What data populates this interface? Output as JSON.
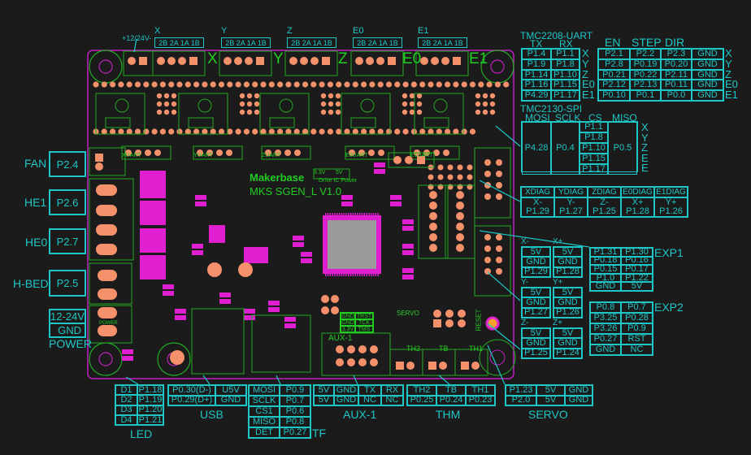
{
  "colors": {
    "accent": "#1fc6c6",
    "silk": "#22cc22",
    "board_outline": "#c020c0",
    "pad": "#f4906a",
    "chip": "#e020d0"
  },
  "board": {
    "brand": "Makerbase",
    "model": "MKS SGEN_L V1.0",
    "drive_ic_power": "Drive IC Power",
    "v33": "3.3V",
    "v5": "5V",
    "reset": "RESET",
    "servo_silk": "SERVO",
    "aux_silk": "AUX-1",
    "th2": "TH2",
    "tb": "TB",
    "th1": "TH1",
    "power_silk": "POWER",
    "uarts": [
      "XUART",
      "YUART",
      "ZUART",
      "E0UART",
      "E1UART"
    ]
  },
  "motors": {
    "pins_label": "2B 2A 1A 1B",
    "axes": [
      "X",
      "Y",
      "Z",
      "E0",
      "E1"
    ],
    "power_label": "+12/24V-"
  },
  "left": {
    "fan": {
      "label": "FAN",
      "pin": "P2.4"
    },
    "he1": {
      "label": "HE1",
      "pin": "P2.6"
    },
    "he0": {
      "label": "HE0",
      "pin": "P2.7"
    },
    "hbed": {
      "label": "H-BED",
      "pin": "P2.5"
    },
    "power": {
      "v": "12-24V",
      "gnd": "GND",
      "label": "POWER"
    }
  },
  "uart": {
    "title": "TMC2208-UART",
    "headers": [
      "TX",
      "RX"
    ],
    "rows": [
      [
        "P1.4",
        "P1.1"
      ],
      [
        "P1.9",
        "P1.8"
      ],
      [
        "P1.14",
        "P1.10"
      ],
      [
        "P1.16",
        "P1.15"
      ],
      [
        "P4.29",
        "P1.17"
      ]
    ],
    "axes": [
      "X",
      "Y",
      "Z",
      "E0",
      "E1"
    ]
  },
  "stepdir": {
    "headers": [
      "EN",
      "STEP",
      "DIR"
    ],
    "rows": [
      [
        "P2.1",
        "P2.2",
        "P2.3",
        "GND"
      ],
      [
        "P2.8",
        "P0.19",
        "P0.20",
        "GND"
      ],
      [
        "P0.21",
        "P0.22",
        "P2.11",
        "GND"
      ],
      [
        "P2.12",
        "P2.13",
        "P0.11",
        "GND"
      ],
      [
        "P0.10",
        "P0.1",
        "P0.0",
        "GND"
      ]
    ],
    "axes": [
      "X",
      "Y",
      "Z",
      "E0",
      "E1"
    ]
  },
  "spi": {
    "title": "TMC2130-SPI",
    "headers": [
      "MOSI",
      "SCLK",
      "CS",
      "MISO"
    ],
    "mosi": "P4.28",
    "sclk": "P0.4",
    "cs": [
      "P1.1",
      "P1.8",
      "P1.10",
      "P1.15",
      "P1.17"
    ],
    "miso": "P0.5",
    "axes": [
      "X",
      "Y",
      "Z",
      "E",
      "E"
    ]
  },
  "diag": {
    "headers": [
      "XDIAG",
      "YDIAG",
      "ZDIAG",
      "E0DIAG",
      "E1DIAG"
    ],
    "ends": [
      "X-",
      "Y-",
      "Z-",
      "X+",
      "Y+"
    ],
    "pins": [
      "P1.29",
      "P1.27",
      "P1.25",
      "P1.28",
      "P1.26"
    ]
  },
  "endstops": {
    "xmin": {
      "label": "X-",
      "rows": [
        [
          "5V"
        ],
        [
          "GND"
        ],
        [
          "P1.29"
        ]
      ]
    },
    "xmax": {
      "label": "X+",
      "rows": [
        [
          "5V"
        ],
        [
          "GND"
        ],
        [
          "P1.28"
        ]
      ]
    },
    "ymin": {
      "label": "Y-",
      "rows": [
        [
          "5V"
        ],
        [
          "GND"
        ],
        [
          "P1.27"
        ]
      ]
    },
    "ymax": {
      "label": "Y+",
      "rows": [
        [
          "5V"
        ],
        [
          "GND"
        ],
        [
          "P1.26"
        ]
      ]
    },
    "zmin": {
      "label": "Z-",
      "rows": [
        [
          "5V"
        ],
        [
          "GND"
        ],
        [
          "P1.25"
        ]
      ]
    },
    "zmax": {
      "label": "Z+",
      "rows": [
        [
          "5V"
        ],
        [
          "GND"
        ],
        [
          "P1.24"
        ]
      ]
    }
  },
  "exp1": {
    "label": "EXP1",
    "rows": [
      [
        "P1.31",
        "P1.30"
      ],
      [
        "P0.18",
        "P0.16"
      ],
      [
        "P0.15",
        "P0.17"
      ],
      [
        "P1.0",
        "P1.22"
      ],
      [
        "GND",
        "5V"
      ]
    ]
  },
  "exp2": {
    "label": "EXP2",
    "rows": [
      [
        "P0.8",
        "P0.7"
      ],
      [
        "P3.25",
        "P0.28"
      ],
      [
        "P3.26",
        "P0.9"
      ],
      [
        "P0.27",
        "RST"
      ],
      [
        "GND",
        "NC"
      ]
    ]
  },
  "led": {
    "label": "LED",
    "rows": [
      [
        "D1",
        "P1.18"
      ],
      [
        "D2",
        "P1.19"
      ],
      [
        "D3",
        "P1.20"
      ],
      [
        "D4",
        "P1.21"
      ]
    ]
  },
  "usb": {
    "label": "USB",
    "rows": [
      [
        "P0.30(D-)",
        "U5V"
      ],
      [
        "P0.29(D+)",
        "GND"
      ]
    ]
  },
  "tf": {
    "label": "TF",
    "rows": [
      [
        "MOSI",
        "P0.9"
      ],
      [
        "SCLK",
        "P0.7"
      ],
      [
        "CS1",
        "P0.6"
      ],
      [
        "MISO",
        "P0.8"
      ],
      [
        "DET",
        "P0.27"
      ]
    ]
  },
  "aux": {
    "label": "AUX-1",
    "rows": [
      [
        "5V",
        "GND",
        "TX",
        "RX"
      ],
      [
        "5V",
        "GND",
        "NC",
        "NC"
      ]
    ]
  },
  "thm": {
    "label": "THM",
    "rows": [
      [
        "TH2",
        "TB",
        "TH1"
      ],
      [
        "P0.25",
        "P0.24",
        "P0.23"
      ]
    ]
  },
  "servo": {
    "label": "SERVO",
    "rows": [
      [
        "P1.23",
        "5V",
        "GND"
      ],
      [
        "P2.0",
        "5V",
        "GND"
      ]
    ]
  },
  "jtag": {
    "rows": [
      [
        "GND",
        "TRST"
      ],
      [
        "GND",
        "TCK"
      ],
      [
        "3.3V",
        "TMS"
      ]
    ]
  },
  "servo_board": {
    "rows": [
      [
        "P1.23",
        "5V",
        "GND"
      ],
      [
        "P2.0",
        "5V",
        "GND"
      ]
    ]
  }
}
